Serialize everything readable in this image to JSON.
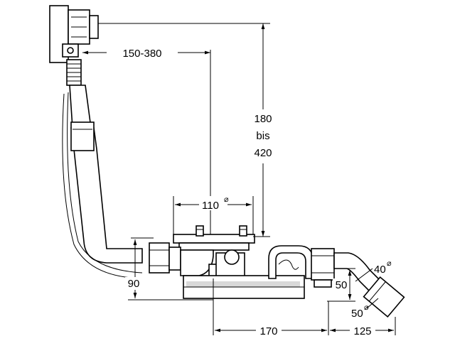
{
  "dimensions": {
    "overflow_distance": "150-380",
    "height_top": "180",
    "height_mid": "bis",
    "height_bottom": "420",
    "waste_diameter": "110",
    "waste_diameter_symbol": "⌀",
    "trap_height": "90",
    "outlet_height": "50",
    "outlet_distance": "170",
    "outlet_length": "125",
    "angle_diameter": "40",
    "angle_diameter_symbol": "⌀",
    "pipe_diameter": "50",
    "pipe_diameter_symbol": "⌀"
  }
}
